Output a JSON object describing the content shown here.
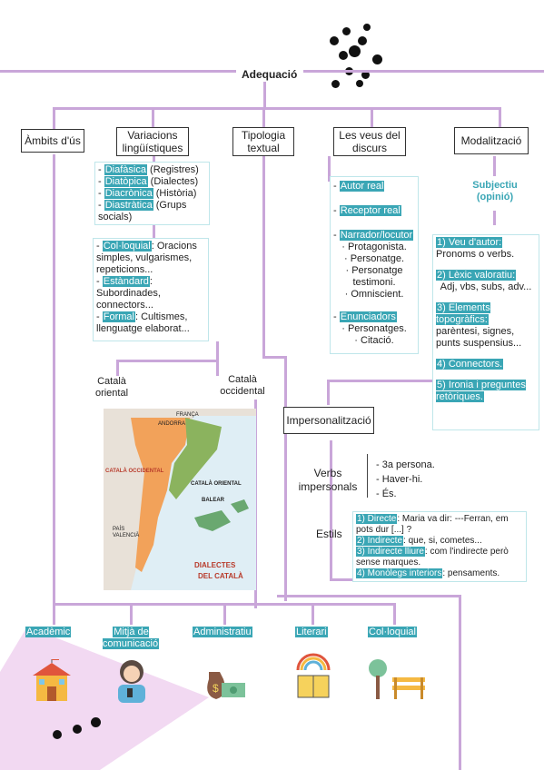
{
  "title": "Adequació",
  "top_boxes": {
    "ambits": "Àmbits d'ús",
    "variacions": "Variacions lingüístiques",
    "tipologia": "Tipologia textual",
    "veus": "Les veus del discurs",
    "modalitzacio": "Modalització"
  },
  "variacions_panel1": {
    "items": [
      {
        "term": "Diafàsica",
        "desc": " (Registres)"
      },
      {
        "term": "Diatòpica",
        "desc": " (Dialectes)"
      },
      {
        "term": "Diacrònica",
        "desc": " (Història)"
      },
      {
        "term": "Diastràtica",
        "desc": " (Grups socials)"
      }
    ]
  },
  "variacions_panel2": {
    "col_term": "Col·loquial",
    "col_desc": ": Oracions simples, vulgarismes, repeticions...",
    "est_term": "Estàndard",
    "est_desc": ": Subordinades, connectors...",
    "for_term": "Formal",
    "for_desc": ": Cultismes, llenguatge elaborat..."
  },
  "catala": {
    "oriental": "Català oriental",
    "occidental": "Català occidental"
  },
  "map": {
    "title_line1": "DIALECTES",
    "title_line2": "DEL CATALÀ",
    "label_occ": "CATALÀ OCCIDENTAL",
    "label_ori": "CATALÀ ORIENTAL",
    "label_balear": "BALEAR",
    "label_valencia": "PAÍS VALENCIÀ",
    "label_franca": "FRANÇA",
    "label_andorra": "ANDORRA"
  },
  "veus_panel": {
    "autor": "Autor real",
    "receptor": "Receptor real",
    "narrador": "Narrador/locutor",
    "narr_items": [
      "· Protagonista.",
      "· Personatge.",
      "· Personatge testimoni.",
      "· Omniscient."
    ],
    "enunciadors": "Enunciadors",
    "enun_items": [
      "· Personatges.",
      "· Citació."
    ]
  },
  "modalitzacio": {
    "subjectiu": "Subjectiu (opinió)",
    "items": [
      {
        "term": "1) Veu d'autor:",
        "desc": "Pronoms o verbs."
      },
      {
        "term": "2) Lèxic valoratiu:",
        "desc": "Adj, vbs, subs, adv..."
      },
      {
        "term": "3) Elements topogràfics:",
        "desc": "parèntesi, signes, punts suspensius..."
      },
      {
        "term": "4) Connectors.",
        "desc": ""
      },
      {
        "term": "5) Ironia i preguntes retòriques.",
        "desc": ""
      }
    ]
  },
  "impersonalitzacio": {
    "box": "Impersonalització",
    "verbs_label": "Verbs impersonals",
    "verbs": [
      "- 3a persona.",
      "- Haver-hi.",
      "- És."
    ],
    "estils_label": "Estils",
    "estils": [
      {
        "term": "1) Directe",
        "desc": ": Maria va dir: ---Ferran, em pots dur [...] ?"
      },
      {
        "term": "2) Indirecte",
        "desc": ": que, si, cometes..."
      },
      {
        "term": "3) Indirecte lliure",
        "desc": ": com l'indirecte però sense marques."
      },
      {
        "term": "4) Monòlegs interiors",
        "desc": ": pensaments."
      }
    ]
  },
  "ambits": [
    "Acadèmic",
    "Mitjà de comunicació",
    "Administratiu",
    "Literari",
    "Col·loquial"
  ],
  "icons": [
    "school-icon",
    "reporter-icon",
    "money-icon",
    "book-icon",
    "park-icon"
  ],
  "colors": {
    "line": "#c9a6d9",
    "teal": "#3aa6b5",
    "panel_border": "#bfe6ea"
  }
}
